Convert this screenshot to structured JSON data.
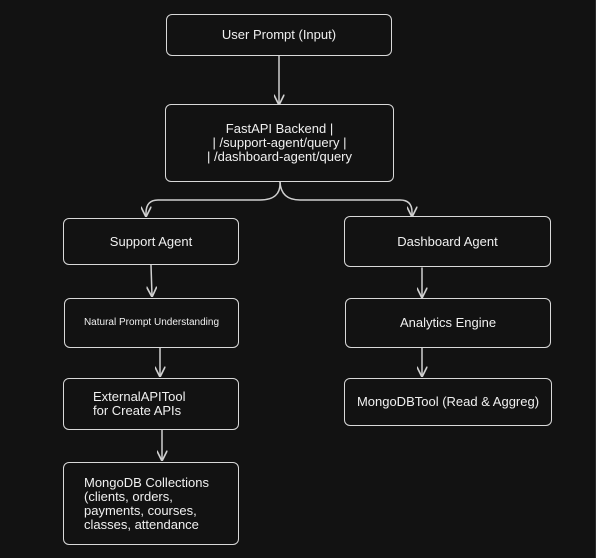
{
  "diagram": {
    "nodes": {
      "user_prompt": "User Prompt (Input)",
      "fastapi_backend": "FastAPI Backend  |\n|  /support-agent/query |\n|  /dashboard-agent/query",
      "support_agent": "Support Agent",
      "dashboard_agent": "Dashboard Agent",
      "natural_prompt": "Natural Prompt Understanding",
      "analytics_engine": "Analytics Engine",
      "external_api_tool": "ExternalAPITool\nfor Create APIs",
      "mongodb_tool": "MongoDBTool (Read & Aggreg)",
      "mongodb_collections": "MongoDB Collections\n(clients, orders,\npayments, courses,\nclasses, attendance"
    },
    "edges": [
      {
        "from": "user_prompt",
        "to": "fastapi_backend"
      },
      {
        "from": "fastapi_backend",
        "to": "support_agent"
      },
      {
        "from": "fastapi_backend",
        "to": "dashboard_agent"
      },
      {
        "from": "support_agent",
        "to": "natural_prompt"
      },
      {
        "from": "natural_prompt",
        "to": "external_api_tool"
      },
      {
        "from": "external_api_tool",
        "to": "mongodb_collections"
      },
      {
        "from": "dashboard_agent",
        "to": "analytics_engine"
      },
      {
        "from": "analytics_engine",
        "to": "mongodb_tool"
      }
    ]
  }
}
